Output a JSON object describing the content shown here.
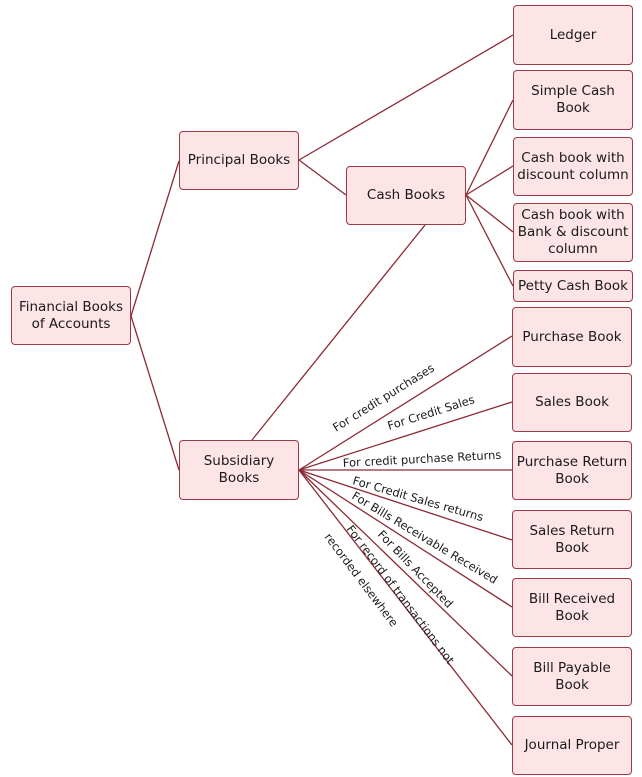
{
  "diagram": {
    "root": "Financial Books\nof Accounts",
    "principal_books": "Principal Books",
    "subsidiary_books": "Subsidiary Books",
    "cash_books": "Cash Books",
    "ledger": "Ledger",
    "simple_cash_book": "Simple Cash Book",
    "cash_book_discount": "Cash book with\ndiscount column",
    "cash_book_bank_discount": "Cash book with\nBank & discount\ncolumn",
    "petty_cash_book": "Petty Cash Book",
    "purchase_book": "Purchase Book",
    "sales_book": "Sales Book",
    "purchase_return_book": "Purchase Return\nBook",
    "sales_return_book": "Sales Return\nBook",
    "bill_received_book": "Bill Received\nBook",
    "bill_payable_book": "Bill Payable Book",
    "journal_proper": "Journal Proper",
    "edge_labels": {
      "credit_purchases": "For credit purchases",
      "credit_sales": "For Credit Sales",
      "credit_purchase_returns": "For credit purchase Returns",
      "credit_sales_returns": "For Credit Sales returns",
      "bills_receivable": "For Bills Receivable Received",
      "bills_accepted": "For Bills Accepted",
      "other_transactions_1": "For  record  of  transactions  not",
      "other_transactions_2": "recorded elsewhere"
    },
    "colors": {
      "node_fill": "#fde4e6",
      "node_border": "#9e3a45",
      "line": "#8b2a35"
    }
  }
}
